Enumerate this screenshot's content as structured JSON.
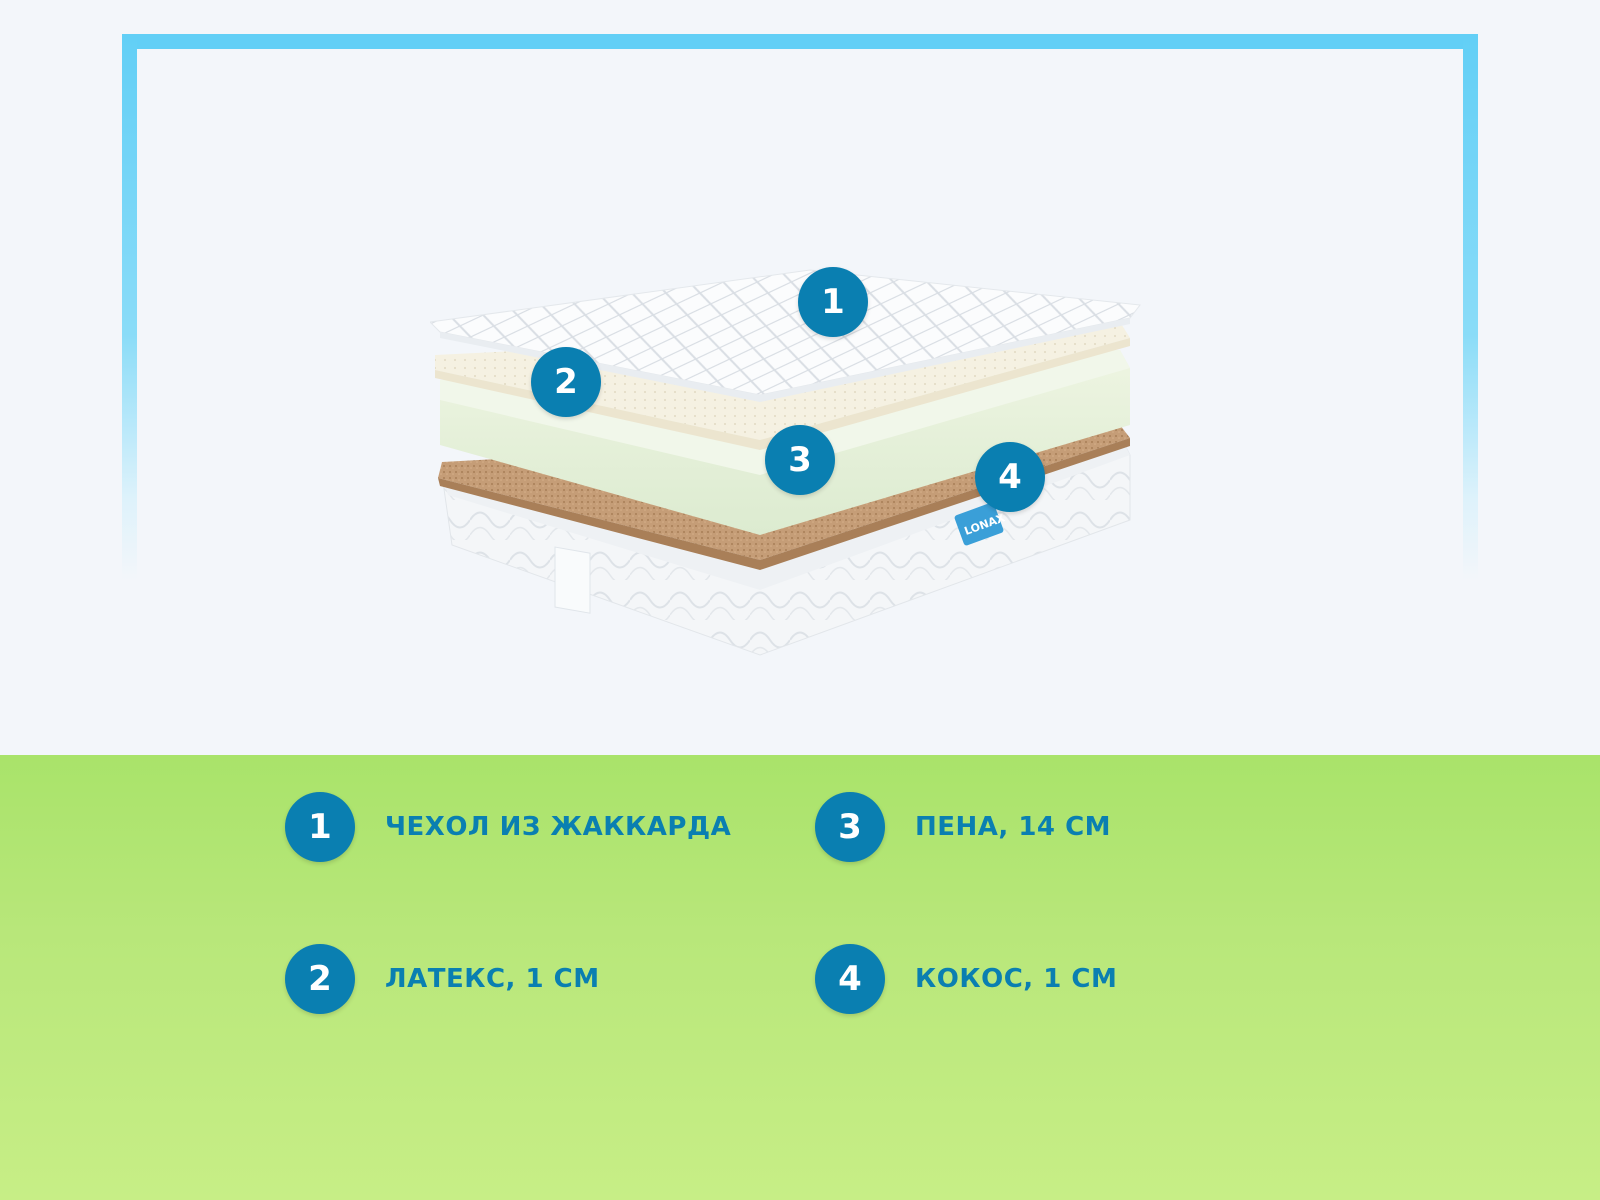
{
  "colors": {
    "frame": "#62cff6",
    "badge": "#0a7fb1",
    "label": "#0a7fb1",
    "green_band": "#b8e77a",
    "background": "#f3f6fa"
  },
  "image": {
    "description_icon": "mattress-layers-icon",
    "logo_text": "LONAX"
  },
  "markers": [
    {
      "number": "1"
    },
    {
      "number": "2"
    },
    {
      "number": "3"
    },
    {
      "number": "4"
    }
  ],
  "legend": [
    {
      "number": "1",
      "label": "ЧЕХОЛ ИЗ ЖАККАРДА"
    },
    {
      "number": "2",
      "label": "ЛАТЕКС, 1 СМ"
    },
    {
      "number": "3",
      "label": "ПЕНА, 14 СМ"
    },
    {
      "number": "4",
      "label": "КОКОС, 1 СМ"
    }
  ]
}
